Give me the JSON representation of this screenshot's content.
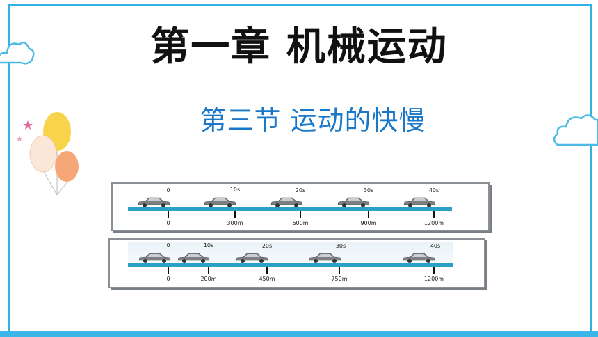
{
  "title": "第一章  机械运动",
  "subtitle": "第三节   运动的快慢",
  "diagram1": {
    "times": [
      "0",
      "10s",
      "20s",
      "30s",
      "40s"
    ],
    "distances": [
      "0",
      "300m",
      "600m",
      "900m",
      "1200m"
    ]
  },
  "diagram2": {
    "times": [
      "0",
      "10s",
      "20s",
      "30s",
      "40s"
    ],
    "distances": [
      "0",
      "200m",
      "450m",
      "750m",
      "1200m"
    ]
  },
  "icons": [
    "cloud-icon",
    "balloon-icon",
    "star-icon",
    "car-icon"
  ],
  "colors": {
    "frame": "#2fb2e6",
    "subtitle": "#1a78c8",
    "road": "#2aa0c7"
  }
}
